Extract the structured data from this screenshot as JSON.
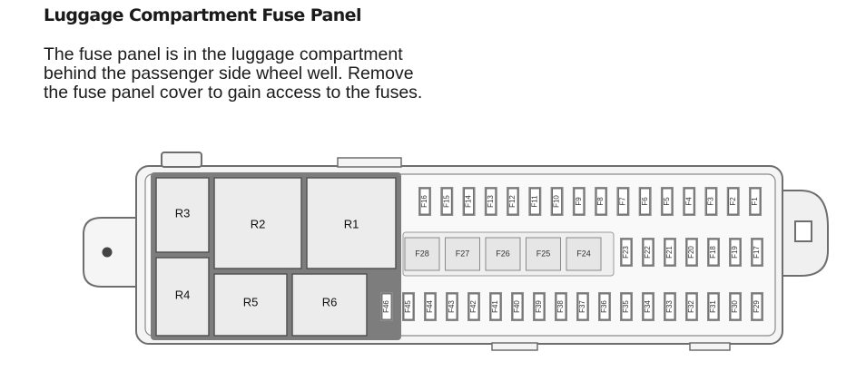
{
  "title": "Luggage Compartment Fuse Panel",
  "description": "The fuse panel is in the luggage compartment behind the passenger side wheel well. Remove the fuse panel cover to gain access to the fuses.",
  "relays": [
    "R3",
    "R2",
    "R1",
    "R4",
    "R5",
    "R6"
  ],
  "fuses": {
    "top_row": [
      "F16",
      "F15",
      "F14",
      "F13",
      "F12",
      "F11",
      "F10",
      "F9",
      "F8",
      "F7",
      "F6",
      "F5",
      "F4",
      "F3",
      "F2",
      "F1"
    ],
    "middle_large": [
      "F28",
      "F27",
      "F26",
      "F25",
      "F24"
    ],
    "middle_small": [
      "F23",
      "F22",
      "F21",
      "F20",
      "F18",
      "F19",
      "F17"
    ],
    "bottom_row": [
      "F46",
      "F45",
      "F44",
      "F43",
      "F42",
      "F41",
      "F40",
      "F39",
      "F38",
      "F37",
      "F36",
      "F35",
      "F34",
      "F33",
      "F32",
      "F31",
      "F30",
      "F29"
    ]
  },
  "colors": {
    "housing": "#f2f2f2",
    "outline": "#6e6e6e",
    "relay": "#ececec",
    "fuse": "#ffffff"
  }
}
